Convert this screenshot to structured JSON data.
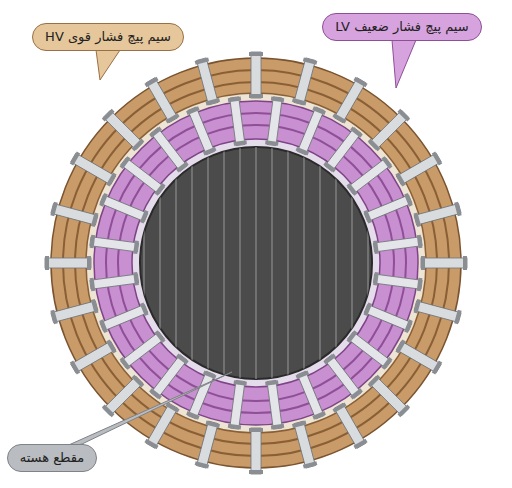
{
  "diagram": {
    "nodes": [
      {
        "text": [
          "سیم پیچ فشار قوی HV"
        ]
      },
      {
        "text": [
          "سیم پیچ فشار ضعیف LV"
        ]
      },
      {
        "text": [
          "مقطع هسته"
        ]
      }
    ]
  }
}
